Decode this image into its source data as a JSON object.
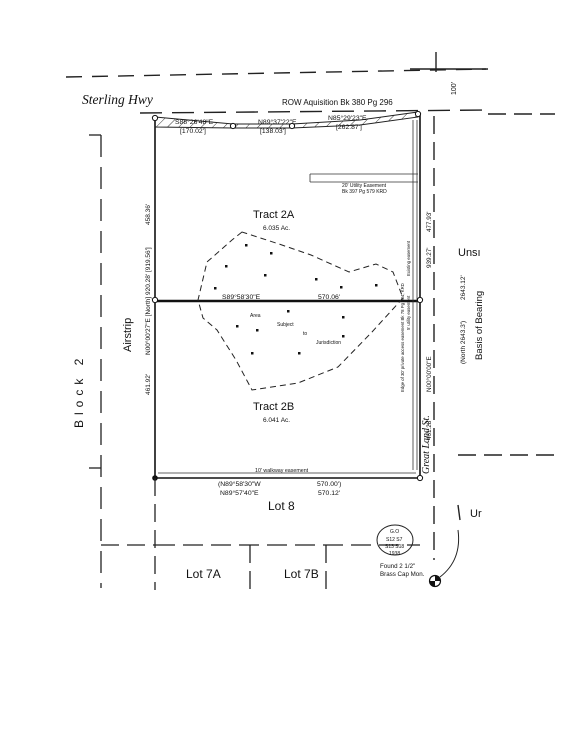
{
  "streets": {
    "sterling_hwy": "Sterling Hwy",
    "airstrip": "Airstrip",
    "great_land_st": "Great Land St.",
    "row_100": "100'"
  },
  "row_acquisition": "ROW Aquisition Bk 380 Pg 296",
  "top_boundary": {
    "seg1_bearing": "S88°26'48\"E",
    "seg1_dist": "[170.02']",
    "seg2_bearing": "N89°37'22\"E",
    "seg2_dist": "[138.03']",
    "seg3_bearing": "N85°29'23\"E",
    "seg3_dist": "[262.87']"
  },
  "utility_easement": {
    "line1": "20' Utility Easement",
    "line2": "Bk 397 Pg 579 KRD"
  },
  "tracts": {
    "t2a_name": "Tract 2A",
    "t2a_area": "6.035 Ac.",
    "t2b_name": "Tract 2B",
    "t2b_area": "6.041 Ac."
  },
  "west_line": {
    "upper": "920.28' [919.56']",
    "upper2": "458.36'",
    "bearing": "N00°00'27\"E [North]",
    "lower": "461.92'"
  },
  "east_line": {
    "upper1": "477.93'",
    "upper2": "939.27'",
    "bearing": "N00°00'00\"E",
    "lower": "461.28'",
    "basis_bearing": "(North 2643.3')",
    "basis_label": "Basis of Bearing",
    "basis_dist": "2643.12'"
  },
  "middle_line": {
    "bearing": "S89°58'30\"E",
    "dist": "570.06'"
  },
  "bottom_line": {
    "easement": "10' walkway easement",
    "bearing1": "(N89°58'30\"W",
    "dist1": "570.00')",
    "bearing2": "N89°57'40\"E",
    "dist2": "570.12'"
  },
  "east_easements": {
    "line1": "Edge of 30' private access easement Bk 78 Pg 204, KRD",
    "line2": "5' utility easement",
    "line3": "Existing easement"
  },
  "jurisdiction": {
    "w1": "Area",
    "w2": "Subject",
    "w3": "to",
    "w4": "Jurisdiction"
  },
  "lots": {
    "lot8": "Lot 8",
    "lot7a": "Lot 7A",
    "lot7b": "Lot 7B",
    "block2": "Block 2"
  },
  "edge_labels": {
    "unsi": "Unsı",
    "ur": "Ur"
  },
  "monument": {
    "l1": "G.O",
    "l2": "S12 S7",
    "l3": "S13 S18",
    "l4": "1938",
    "found1": "Found 2 1/2\"",
    "found2": "Brass Cap Mon."
  }
}
